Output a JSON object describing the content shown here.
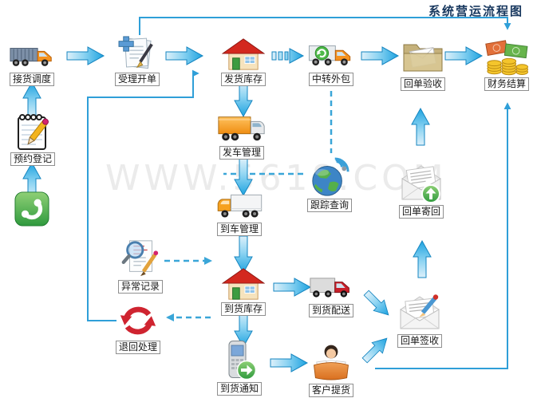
{
  "title": "系统营运流程图",
  "watermark": "WWW.5618.COM",
  "colors": {
    "accent_arrow": "#29a8e0",
    "arrow_outline": "#1585c0",
    "connector_line": "#2f9fd8",
    "title_text": "#17375e",
    "label_border": "#8f8f8f"
  },
  "nodes": [
    {
      "id": "receive-dispatch",
      "label": "接货调度",
      "icon": "orange-truck-icon"
    },
    {
      "id": "order-entry",
      "label": "受理开单",
      "icon": "documents-pen-icon"
    },
    {
      "id": "shipping-stock",
      "label": "发货库存",
      "icon": "house-icon"
    },
    {
      "id": "transit-outsource",
      "label": "中转外包",
      "icon": "green-recycle-truck-icon"
    },
    {
      "id": "receipt-acceptance",
      "label": "回单验收",
      "icon": "folder-mail-icon"
    },
    {
      "id": "finance-settlement",
      "label": "财务结算",
      "icon": "money-coins-icon"
    },
    {
      "id": "appointment-register",
      "label": "预约登记",
      "icon": "notepad-pencil-icon"
    },
    {
      "id": "phone-call",
      "label": "",
      "icon": "green-phone-icon"
    },
    {
      "id": "departure-mgmt",
      "label": "发车管理",
      "icon": "cargo-truck-right-icon"
    },
    {
      "id": "arrival-truck-mgmt",
      "label": "到车管理",
      "icon": "cargo-truck-left-icon"
    },
    {
      "id": "arrival-stock",
      "label": "到货库存",
      "icon": "house-icon"
    },
    {
      "id": "arrival-notice",
      "label": "到货通知",
      "icon": "mobile-phone-arrow-icon"
    },
    {
      "id": "tracking-query",
      "label": "跟踪查询",
      "icon": "globe-signal-icon"
    },
    {
      "id": "receipt-return",
      "label": "回单寄回",
      "icon": "envelope-up-icon"
    },
    {
      "id": "exception-record",
      "label": "异常记录",
      "icon": "doc-magnifier-icon"
    },
    {
      "id": "return-processing",
      "label": "退回处理",
      "icon": "red-refresh-icon"
    },
    {
      "id": "arrival-delivery",
      "label": "到货配送",
      "icon": "red-truck-icon"
    },
    {
      "id": "customer-pickup",
      "label": "客户提货",
      "icon": "customer-desk-icon"
    },
    {
      "id": "receipt-signoff",
      "label": "回单签收",
      "icon": "envelope-pencil-icon"
    }
  ],
  "edges": [
    {
      "from": "receive-dispatch",
      "to": "order-entry",
      "style": "solid-arrow"
    },
    {
      "from": "order-entry",
      "to": "shipping-stock",
      "style": "solid-arrow"
    },
    {
      "from": "shipping-stock",
      "to": "transit-outsource",
      "style": "dashed-arrow"
    },
    {
      "from": "transit-outsource",
      "to": "receipt-acceptance",
      "style": "solid-arrow"
    },
    {
      "from": "receipt-acceptance",
      "to": "finance-settlement",
      "style": "solid-arrow"
    },
    {
      "from": "appointment-register",
      "to": "receive-dispatch",
      "style": "solid-arrow"
    },
    {
      "from": "phone-call",
      "to": "appointment-register",
      "style": "solid-arrow"
    },
    {
      "from": "shipping-stock",
      "to": "departure-mgmt",
      "style": "solid-arrow"
    },
    {
      "from": "departure-mgmt",
      "to": "arrival-truck-mgmt",
      "style": "solid-arrow"
    },
    {
      "from": "arrival-truck-mgmt",
      "to": "arrival-stock",
      "style": "solid-arrow"
    },
    {
      "from": "arrival-stock",
      "to": "arrival-notice",
      "style": "solid-arrow"
    },
    {
      "from": "arrival-stock",
      "to": "arrival-delivery",
      "style": "solid-arrow"
    },
    {
      "from": "arrival-notice",
      "to": "customer-pickup",
      "style": "solid-arrow"
    },
    {
      "from": "receipt-return",
      "to": "receipt-acceptance",
      "style": "solid-arrow"
    },
    {
      "from": "receipt-signoff",
      "to": "receipt-return",
      "style": "solid-arrow"
    },
    {
      "from": "arrival-delivery",
      "to": "receipt-signoff",
      "style": "solid-arrow"
    },
    {
      "from": "customer-pickup",
      "to": "receipt-signoff",
      "style": "solid-arrow"
    },
    {
      "from": "order-entry",
      "to": "finance-settlement",
      "style": "thin-line-arrow"
    },
    {
      "from": "return-processing",
      "to": "shipping-stock",
      "style": "thin-line-arrow"
    },
    {
      "from": "customer-pickup",
      "to": "finance-settlement",
      "style": "thin-line-arrow"
    },
    {
      "from": "transit-outsource",
      "to": "tracking-query",
      "style": "dashed-line"
    },
    {
      "from": "tracking-query",
      "to": "departure-mgmt",
      "style": "dashed-line"
    },
    {
      "from": "exception-record",
      "to": "arrival-stock",
      "style": "dashed-line-arrow"
    },
    {
      "from": "arrival-stock",
      "to": "return-processing",
      "style": "dashed-line-arrow"
    }
  ]
}
